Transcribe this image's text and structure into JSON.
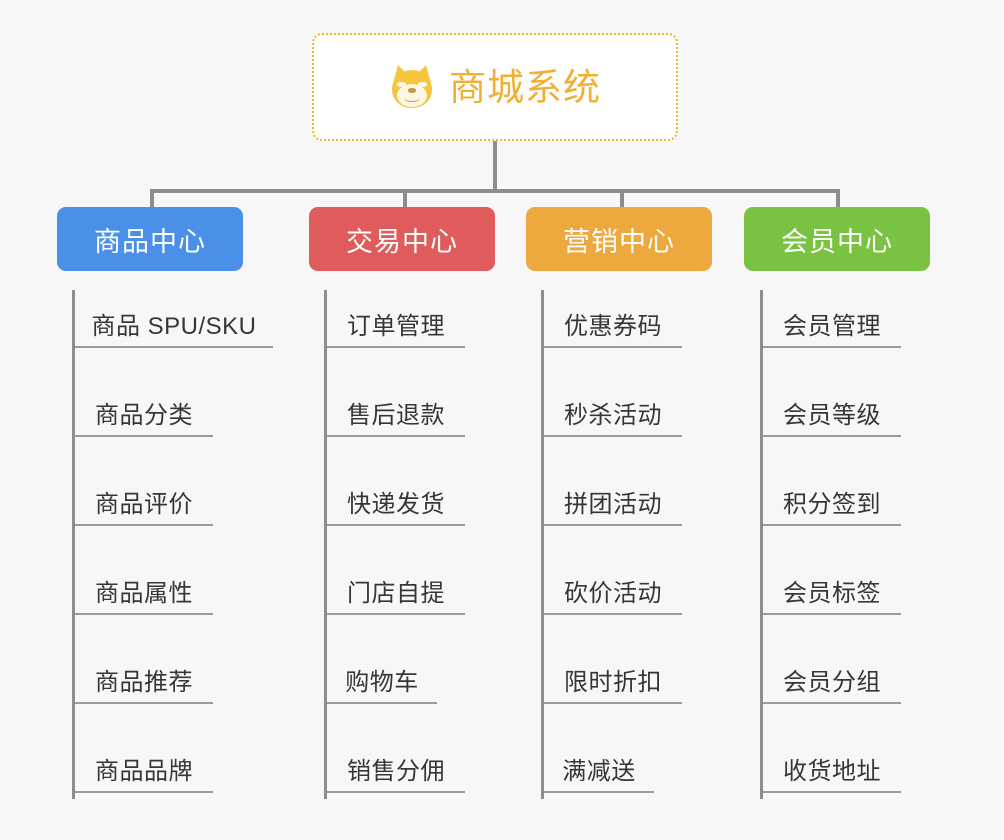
{
  "background_color": "#f7f7f7",
  "root": {
    "title": "商城系统",
    "icon": "shiba-dog-icon",
    "text_color": "#f0b034",
    "border_color": "#f0b429",
    "background_color": "#ffffff"
  },
  "connector_color": "#8d8d8d",
  "columns": [
    {
      "id": "product-center",
      "header": "商品中心",
      "color": "#4a90e8",
      "items": [
        "商品 SPU/SKU",
        "商品分类",
        "商品评价",
        "商品属性",
        "商品推荐",
        "商品品牌"
      ]
    },
    {
      "id": "trade-center",
      "header": "交易中心",
      "color": "#e05c5c",
      "items": [
        "订单管理",
        "售后退款",
        "快递发货",
        "门店自提",
        "购物车",
        "销售分佣"
      ]
    },
    {
      "id": "marketing-center",
      "header": "营销中心",
      "color": "#eda93e",
      "items": [
        "优惠券码",
        "秒杀活动",
        "拼团活动",
        "砍价活动",
        "限时折扣",
        "满减送"
      ]
    },
    {
      "id": "member-center",
      "header": "会员中心",
      "color": "#79c242",
      "items": [
        "会员管理",
        "会员等级",
        "积分签到",
        "会员标签",
        "会员分组",
        "收货地址"
      ]
    }
  ]
}
